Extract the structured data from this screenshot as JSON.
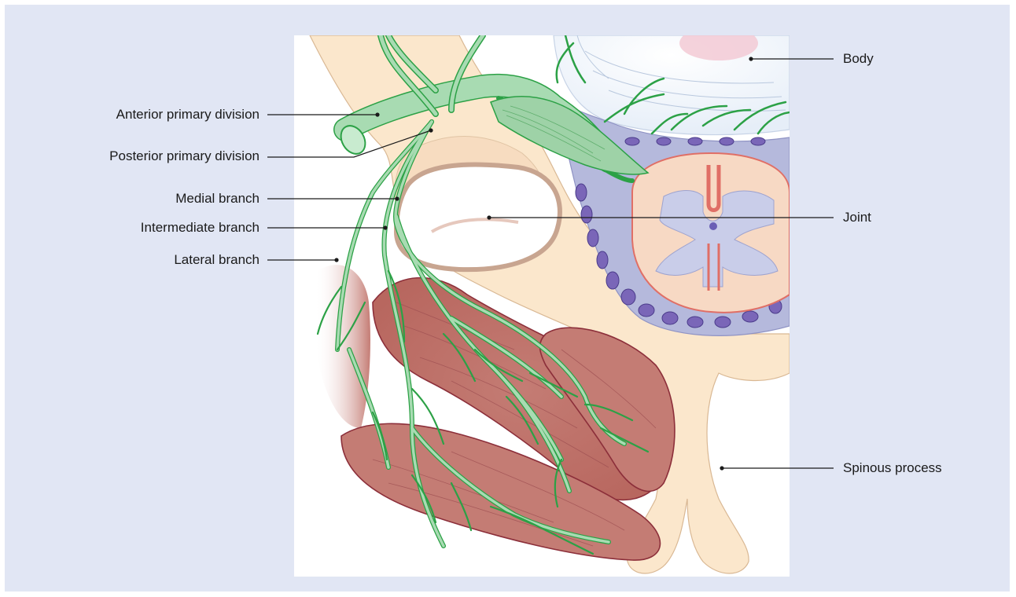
{
  "figure": {
    "colors": {
      "frame": "#e1e6f4",
      "nerve": "#2ca146",
      "nerve_fill": "#a8dbb2",
      "muscle": "#c47c74",
      "bone": "#fbe7cc",
      "dura": "#b5b9dc",
      "vessel": "#7a66b8",
      "cord_outline": "#e06f66"
    },
    "labels": {
      "anterior_primary_division": "Anterior primary division",
      "posterior_primary_division": "Posterior primary division",
      "medial_branch": "Medial branch",
      "intermediate_branch": "Intermediate branch",
      "lateral_branch": "Lateral branch",
      "body": "Body",
      "joint": "Joint",
      "spinous_process": "Spinous process"
    }
  }
}
